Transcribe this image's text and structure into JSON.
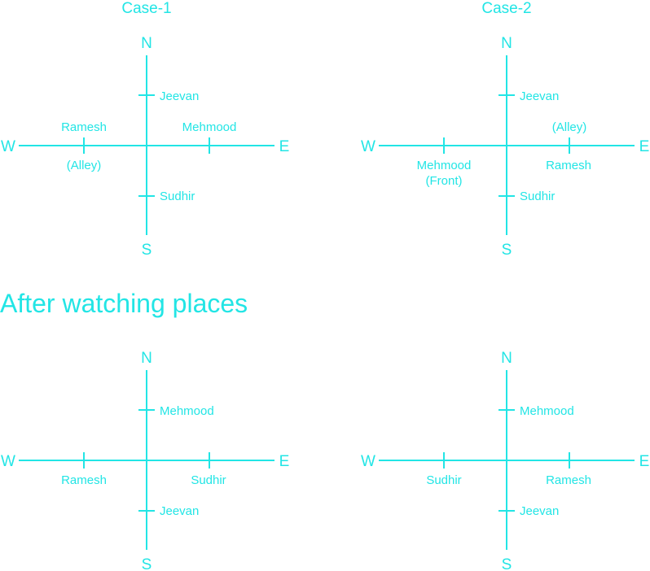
{
  "colors": {
    "accent": "#22e5e5",
    "background": "#ffffff"
  },
  "case1_title": "Case-1",
  "case2_title": "Case-2",
  "section_heading": "After watching places",
  "directions": {
    "north": "N",
    "south": "S",
    "east": "E",
    "west": "W"
  },
  "diagrams": [
    {
      "id": "case1",
      "labels": {
        "north_tick": [
          "Jeevan"
        ],
        "south_tick": [
          "Sudhir"
        ],
        "west_above": [
          "Ramesh"
        ],
        "west_below": [
          "(Alley)"
        ],
        "east_above": [
          "Mehmood"
        ]
      }
    },
    {
      "id": "case2",
      "labels": {
        "north_tick": [
          "Jeevan"
        ],
        "south_tick": [
          "Sudhir"
        ],
        "west_below": [
          "Mehmood",
          "(Front)"
        ],
        "east_above": [
          "(Alley)"
        ],
        "east_below": [
          "Ramesh"
        ]
      }
    },
    {
      "id": "after1",
      "labels": {
        "north_tick": [
          "Mehmood"
        ],
        "south_tick": [
          "Jeevan"
        ],
        "west_below": [
          "Ramesh"
        ],
        "east_below": [
          "Sudhir"
        ]
      }
    },
    {
      "id": "after2",
      "labels": {
        "north_tick": [
          "Mehmood"
        ],
        "south_tick": [
          "Jeevan"
        ],
        "west_below": [
          "Sudhir"
        ],
        "east_below": [
          "Ramesh"
        ]
      }
    }
  ]
}
